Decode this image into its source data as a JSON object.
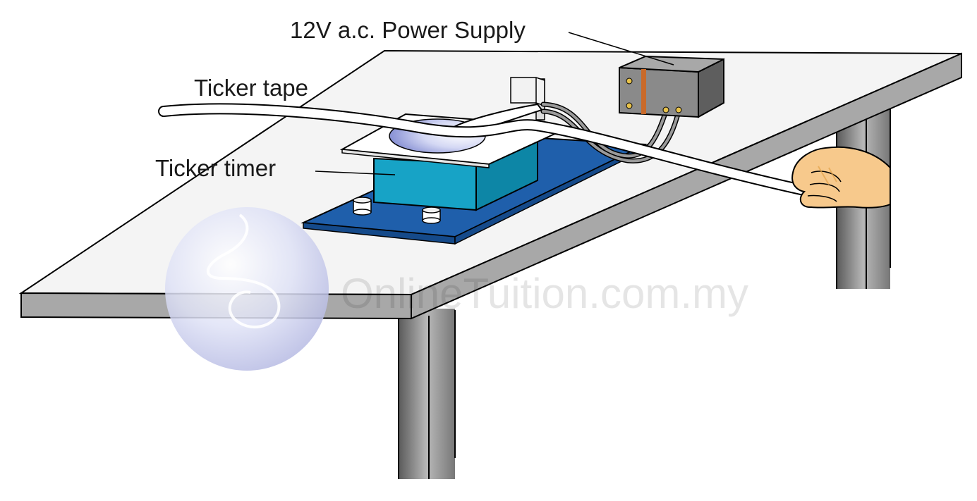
{
  "labels": {
    "power_supply": "12V a.c. Power Supply",
    "ticker_tape": "Ticker tape",
    "ticker_timer": "Ticker timer"
  },
  "watermark": {
    "text": "OnlineTuition.com.my"
  },
  "colors": {
    "table_top": "#f2f2f2",
    "table_edge": "#a6a6a6",
    "table_leg_dark": "#6e6e6e",
    "base_board": "#1f5fab",
    "timer_body": "#17a3c6",
    "power_supply_box": "#8a8a8a",
    "hand": "#f7c98c"
  }
}
